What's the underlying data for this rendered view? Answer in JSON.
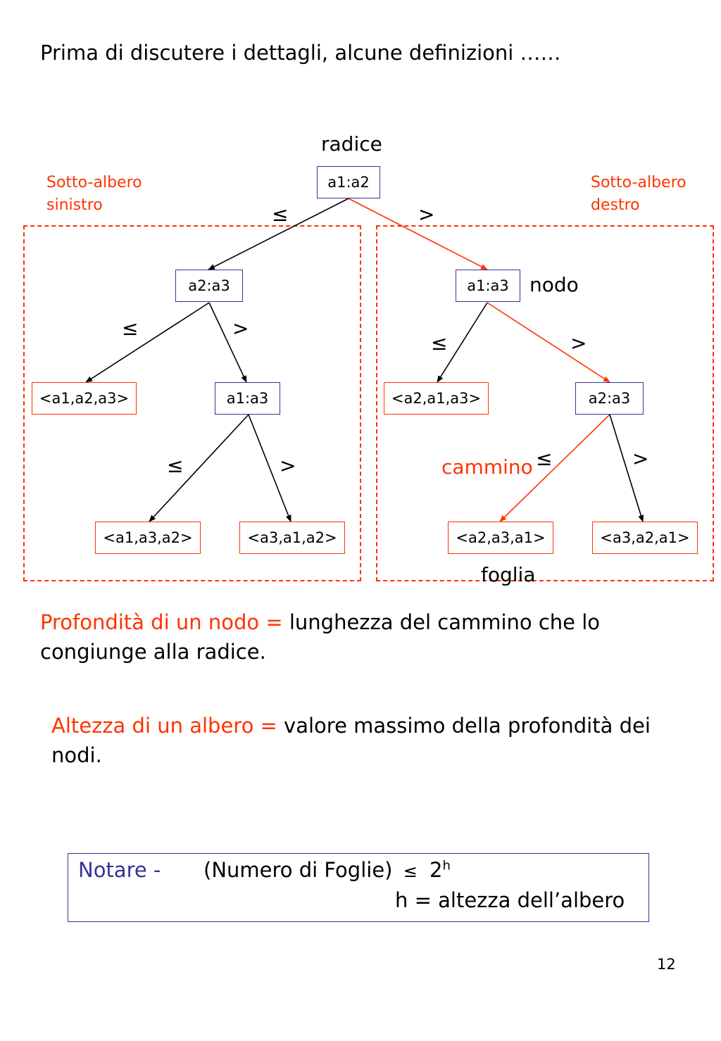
{
  "title": "Prima di discutere i dettagli, alcune definizioni ……",
  "colors": {
    "accent": "#ff3300",
    "internal_border": "#333399",
    "notare": "#333399",
    "edge": "#000000"
  },
  "labels": {
    "root": "radice",
    "left_subtree": "Sotto-albero sinistro",
    "right_subtree": "Sotto-albero destro",
    "node": "nodo",
    "path": "cammino",
    "leaf": "foglia"
  },
  "tree": {
    "nodes": {
      "root": "a1:a2",
      "l": "a2:a3",
      "l_leaf1": "<a1,a2,a3>",
      "l_r": "a1:a3",
      "l_r_leaf1": "<a1,a3,a2>",
      "l_r_leaf2": "<a3,a1,a2>",
      "r": "a1:a3",
      "r_leaf1": "<a2,a1,a3>",
      "r_r": "a2:a3",
      "r_r_leaf1": "<a2,a3,a1>",
      "r_r_leaf2": "<a3,a2,a1>"
    },
    "edge_labels": {
      "le": "≤",
      "gt": ">"
    }
  },
  "definitions": {
    "depth_term": "Profondità di un nodo = ",
    "depth_text": "lunghezza del cammino che lo congiunge alla radice.",
    "height_term": "Altezza di un albero = ",
    "height_text": "valore massimo della profondità dei nodi."
  },
  "note": {
    "label": "Notare - ",
    "formula_prefix": "(Numero di Foglie)",
    "formula_le": "≤",
    "formula_base": "2",
    "formula_exp": "h",
    "formula_def": "h = altezza dell’albero"
  },
  "page_number": "12"
}
